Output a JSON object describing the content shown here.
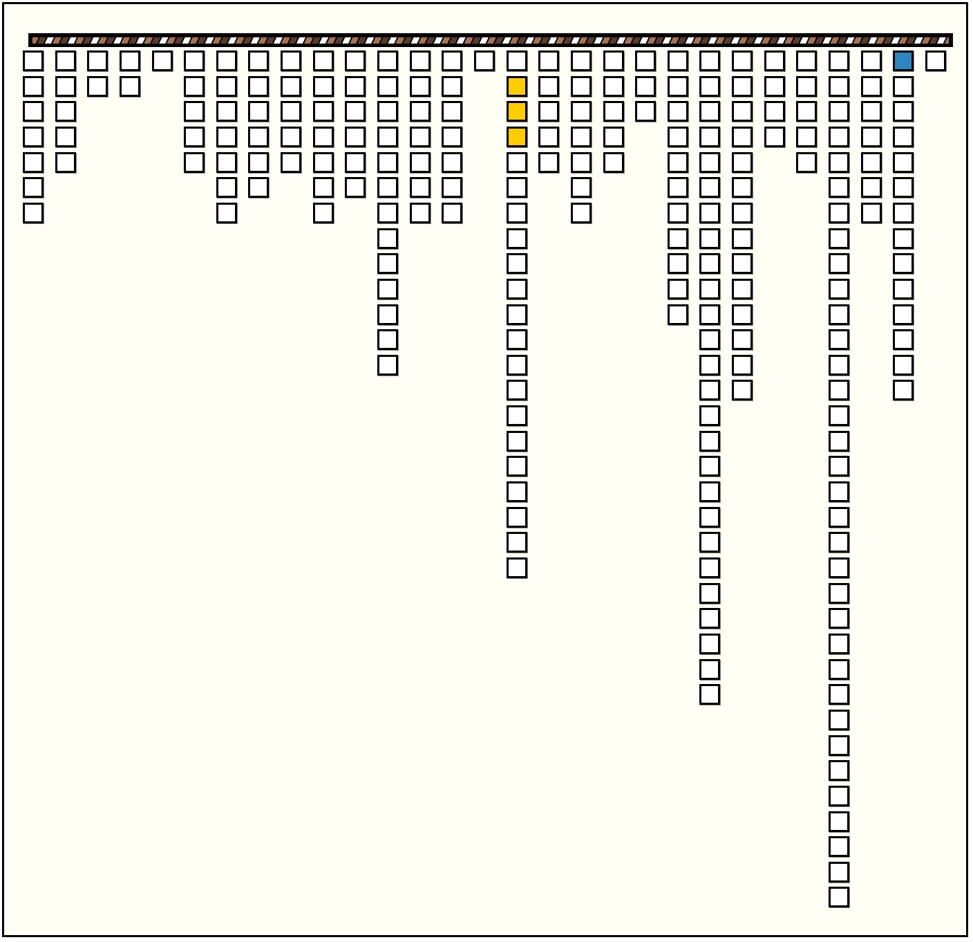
{
  "columns": [
    7,
    5,
    2,
    2,
    1,
    5,
    7,
    6,
    5,
    7,
    6,
    13,
    7,
    7,
    1,
    21,
    5,
    7,
    5,
    3,
    11,
    26,
    14,
    4,
    5,
    34,
    7,
    14,
    1
  ],
  "highlights": [
    {
      "column": 16,
      "cells": [
        2,
        3,
        4
      ],
      "color": "#ffcc00"
    },
    {
      "column": 28,
      "cells": [
        1
      ],
      "color": "#2e86c1"
    }
  ],
  "colors": {
    "empty": "#ffffff",
    "background": "#fffff5",
    "border": "#000000"
  }
}
